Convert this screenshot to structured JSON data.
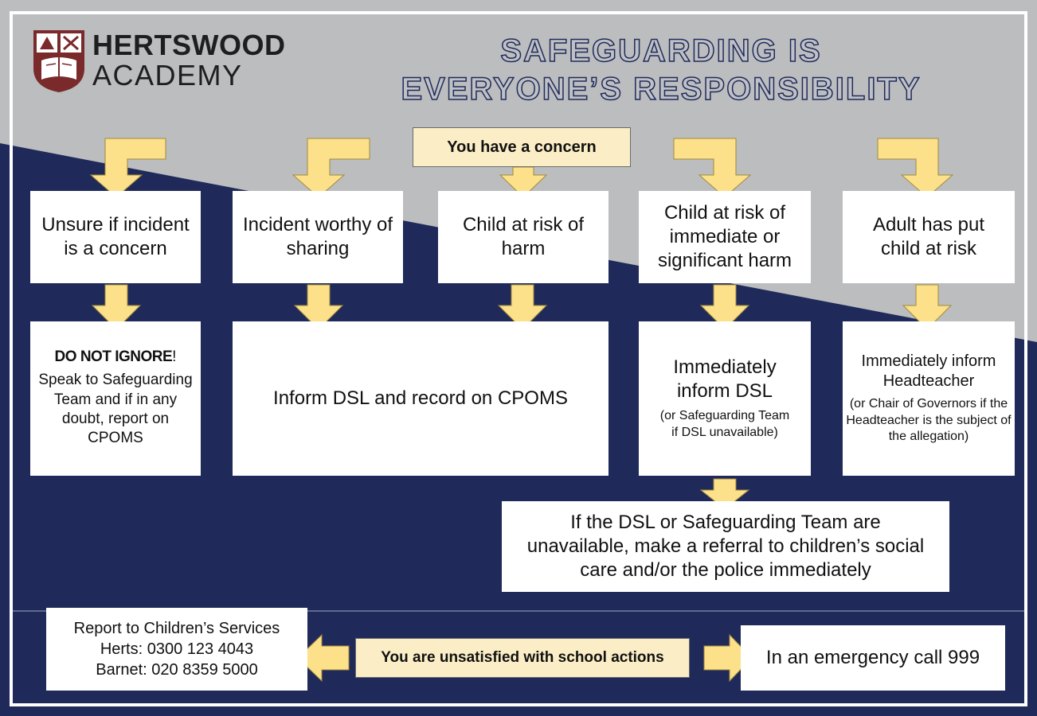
{
  "brand": {
    "line1": "HERTSWOOD",
    "line2": "ACADEMY"
  },
  "headline": {
    "line1": "SAFEGUARDING IS",
    "line2": "EVERYONE’S RESPONSIBILITY"
  },
  "start": "You have a concern",
  "situations": [
    "Unsure if incident is a concern",
    "Incident worthy of sharing",
    "Child at risk of harm",
    "Child at risk of immediate or significant harm",
    "Adult has put child at risk"
  ],
  "actions": {
    "unsure": {
      "bold": "DO NOT IGNORE",
      "bang": "!",
      "body": "Speak to Safeguarding Team and if in any doubt, report on CPOMS"
    },
    "inform": "Inform DSL and record on CPOMS",
    "immediate": {
      "main": "Immediately inform DSL",
      "note": "(or Safeguarding Team if DSL unavailable)"
    },
    "adult": {
      "main": "Immediately inform Headteacher",
      "note": "(or Chair of Governors if the Headteacher is the subject of the allegation)"
    }
  },
  "referral": "If the DSL or Safeguarding Team are unavailable, make a referral to children’s social care and/or the police immediately",
  "bottom": {
    "unsatisfied": "You are unsatisfied with school actions",
    "services_title": "Report to Children’s Services",
    "herts": "Herts: 0300 123 4043",
    "barnet": "Barnet: 020 8359 5000",
    "emergency": "In an emergency call 999"
  },
  "colors": {
    "navy": "#1f2a5a",
    "grey": "#bcbdbf",
    "arrow": "#fce08a",
    "arrow_outline": "#a08a3c",
    "concern_fill": "#fbeec6",
    "logo": "#7a2a2a"
  }
}
